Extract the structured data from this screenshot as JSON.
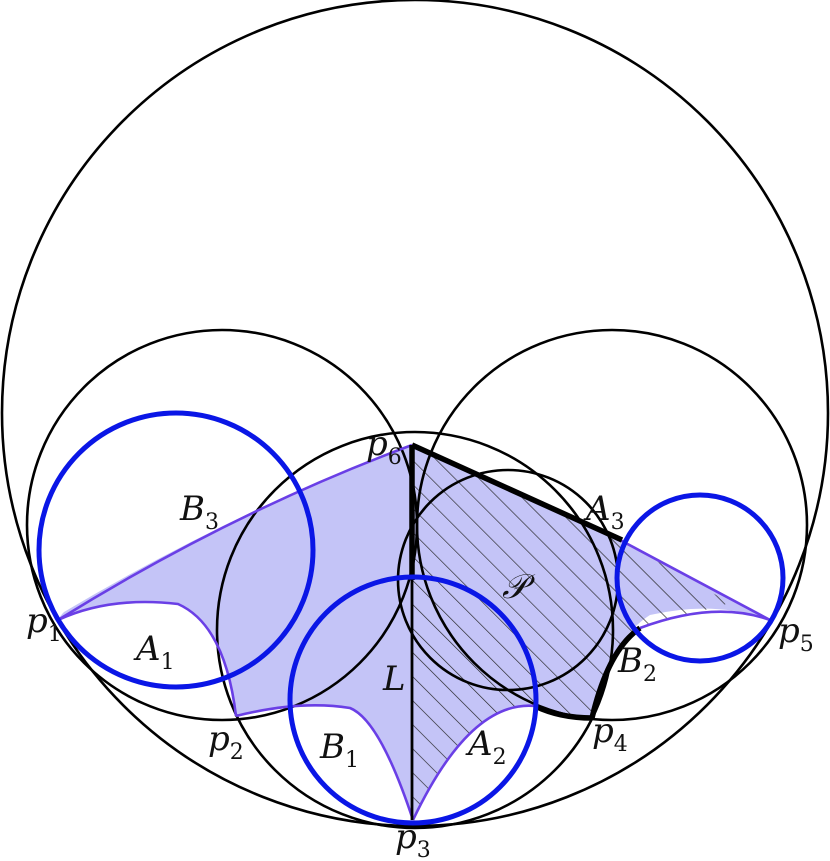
{
  "colors": {
    "region_fill": "#c4c4f7",
    "region_edge": "#6a3fe6",
    "blue_circle": "#0a16e6",
    "black": "#000000",
    "hatch": "#222222",
    "background": "#ffffff"
  },
  "labels": {
    "p1": {
      "base": "p",
      "sub": "1"
    },
    "p2": {
      "base": "p",
      "sub": "2"
    },
    "p3": {
      "base": "p",
      "sub": "3"
    },
    "p4": {
      "base": "p",
      "sub": "4"
    },
    "p5": {
      "base": "p",
      "sub": "5"
    },
    "p6": {
      "base": "p",
      "sub": "6"
    },
    "A1": {
      "base": "A",
      "sub": "1"
    },
    "A2": {
      "base": "A",
      "sub": "2"
    },
    "A3": {
      "base": "A",
      "sub": "3"
    },
    "B1": {
      "base": "B",
      "sub": "1"
    },
    "B2": {
      "base": "B",
      "sub": "2"
    },
    "B3": {
      "base": "B",
      "sub": "3"
    },
    "L": "L",
    "P": "𝒫"
  }
}
